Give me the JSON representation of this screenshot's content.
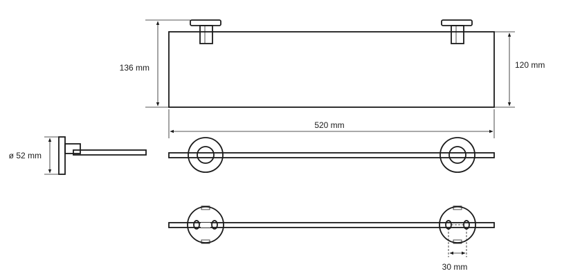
{
  "dimensions": {
    "total_height": "136 mm",
    "glass_height": "120 mm",
    "length": "520 mm",
    "rosette_diameter": "ø 52 mm",
    "hole_spacing": "30 mm"
  },
  "colors": {
    "line": "#1a1a1a",
    "background": "#ffffff"
  }
}
